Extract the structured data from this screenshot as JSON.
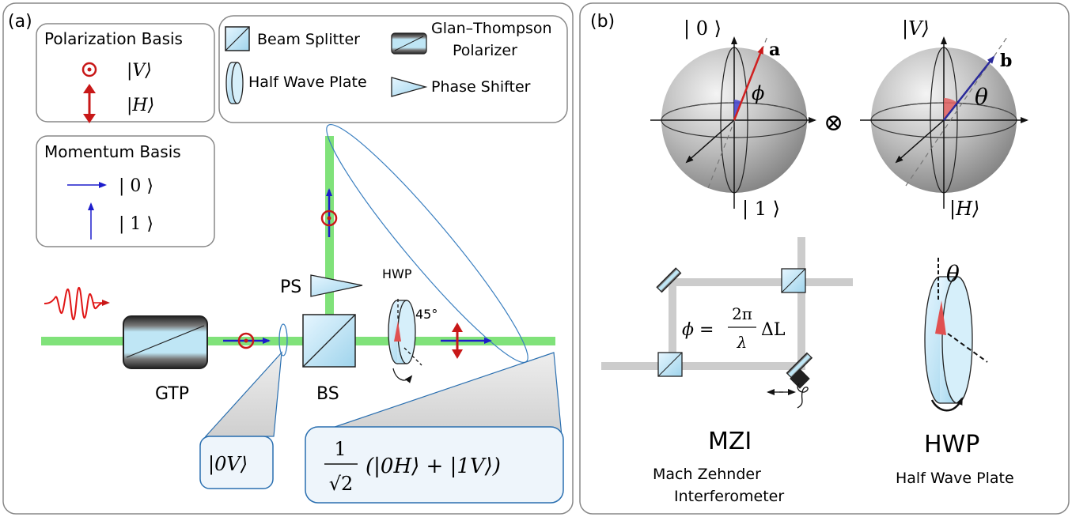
{
  "panels": {
    "a": {
      "label": "(a)"
    },
    "b": {
      "label": "(b)"
    }
  },
  "legend": {
    "polarization": {
      "title": "Polarization Basis",
      "v": "|V⟩",
      "h": "|H⟩"
    },
    "components": {
      "beam_splitter": "Beam Splitter",
      "half_wave_plate": "Half Wave Plate",
      "glan_thompson_1": "Glan–Thompson",
      "glan_thompson_2": "Polarizer",
      "phase_shifter": "Phase Shifter"
    },
    "momentum": {
      "title": "Momentum Basis",
      "zero": "| 0 ⟩",
      "one": "| 1 ⟩"
    }
  },
  "setup": {
    "gtp": "GTP",
    "bs": "BS",
    "ps": "PS",
    "hwp": "HWP",
    "angle": "45°",
    "state_in": "|0V⟩",
    "state_out_num": "1",
    "state_out_den": "√2",
    "state_out_body": "(|0H⟩ + |1V⟩)"
  },
  "bloch": {
    "sphere1": {
      "top": "| 0 ⟩",
      "bottom": "| 1 ⟩",
      "vector": "a",
      "angle": "ϕ"
    },
    "tensor": "⊗",
    "sphere2": {
      "top": "|V⟩",
      "bottom": "|H⟩",
      "vector": "b",
      "angle": "θ"
    }
  },
  "mzi": {
    "formula_lhs": "ϕ =",
    "formula_num": "2π",
    "formula_den": "λ",
    "formula_rhs": "ΔL",
    "title": "MZI",
    "sub1": "Mach Zehnder",
    "sub2": "Interferometer"
  },
  "hwp_panel": {
    "angle": "θ",
    "title": "HWP",
    "sub": "Half Wave Plate"
  },
  "colors": {
    "beam": "#80e27a",
    "arrow_blue": "#1d1dcc",
    "pol_red": "#c81818",
    "box_stroke": "#8a8a8a",
    "box_fill": "#f5f5f5"
  }
}
